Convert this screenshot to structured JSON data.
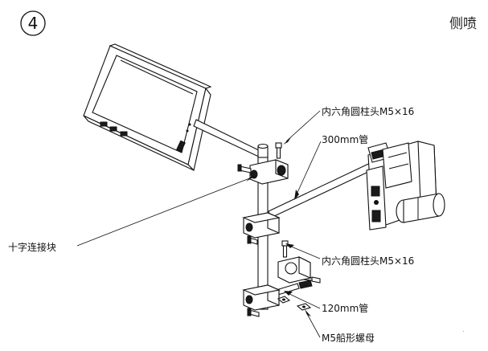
{
  "step": {
    "number": "4"
  },
  "view_label": "侧喷",
  "callouts": {
    "socket_screw_top": "内六角圆柱头M5×16",
    "pipe_300": "300mm管",
    "cross_block": "十字连接块",
    "socket_screw_bottom": "内六角圆柱头M5×16",
    "pipe_120": "120mm管",
    "boat_nut": "M5船形螺母"
  }
}
